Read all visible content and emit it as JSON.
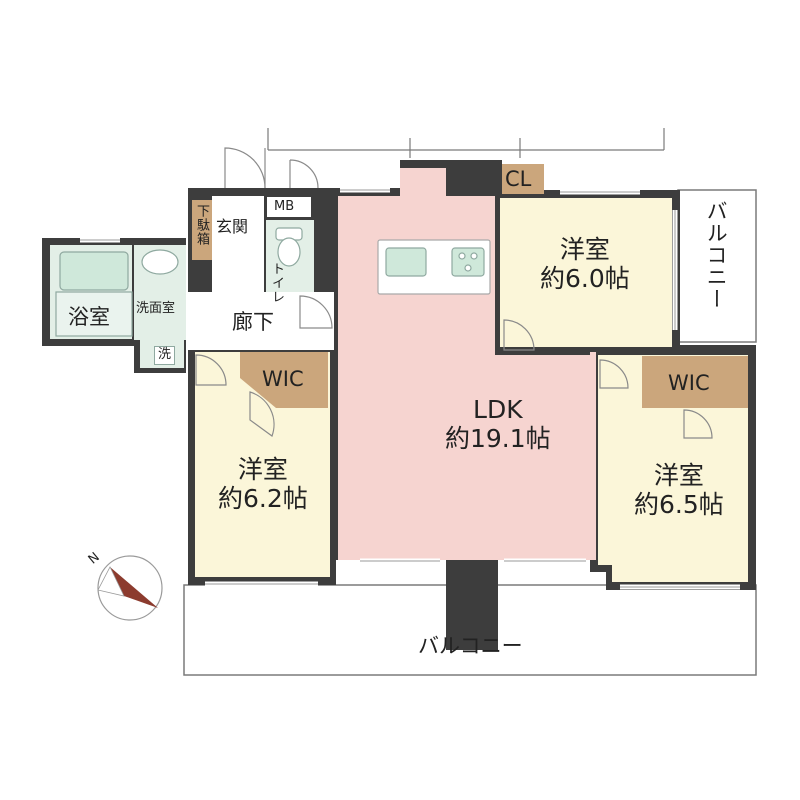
{
  "rooms": {
    "ldk": {
      "name": "LDK",
      "size": "約19.1帖"
    },
    "western_top": {
      "name": "洋室",
      "size": "約6.0帖"
    },
    "western_left": {
      "name": "洋室",
      "size": "約6.2帖"
    },
    "western_right": {
      "name": "洋室",
      "size": "約6.5帖"
    },
    "wic_left": "WIC",
    "wic_right": "WIC",
    "closet": "CL",
    "meter_box": "MB",
    "entrance": "玄関",
    "shoe_box": "下駄箱",
    "toilet": "トイレ",
    "hallway": "廊下",
    "bathroom": "浴室",
    "washroom": "洗面室",
    "washer": "洗"
  },
  "balconies": {
    "south": "バルコニー",
    "east": "バルコニー"
  },
  "compass": {
    "north_label": "N"
  },
  "colors": {
    "wall": "#3d3d3d",
    "ldk": "#f6d4d0",
    "western": "#fbf6d9",
    "wic": "#cba67c",
    "wet_area": "#e3efe7",
    "fixture": "#cfe8da",
    "floor": "#ffffff",
    "compass_needle": "#8c3b2e"
  }
}
